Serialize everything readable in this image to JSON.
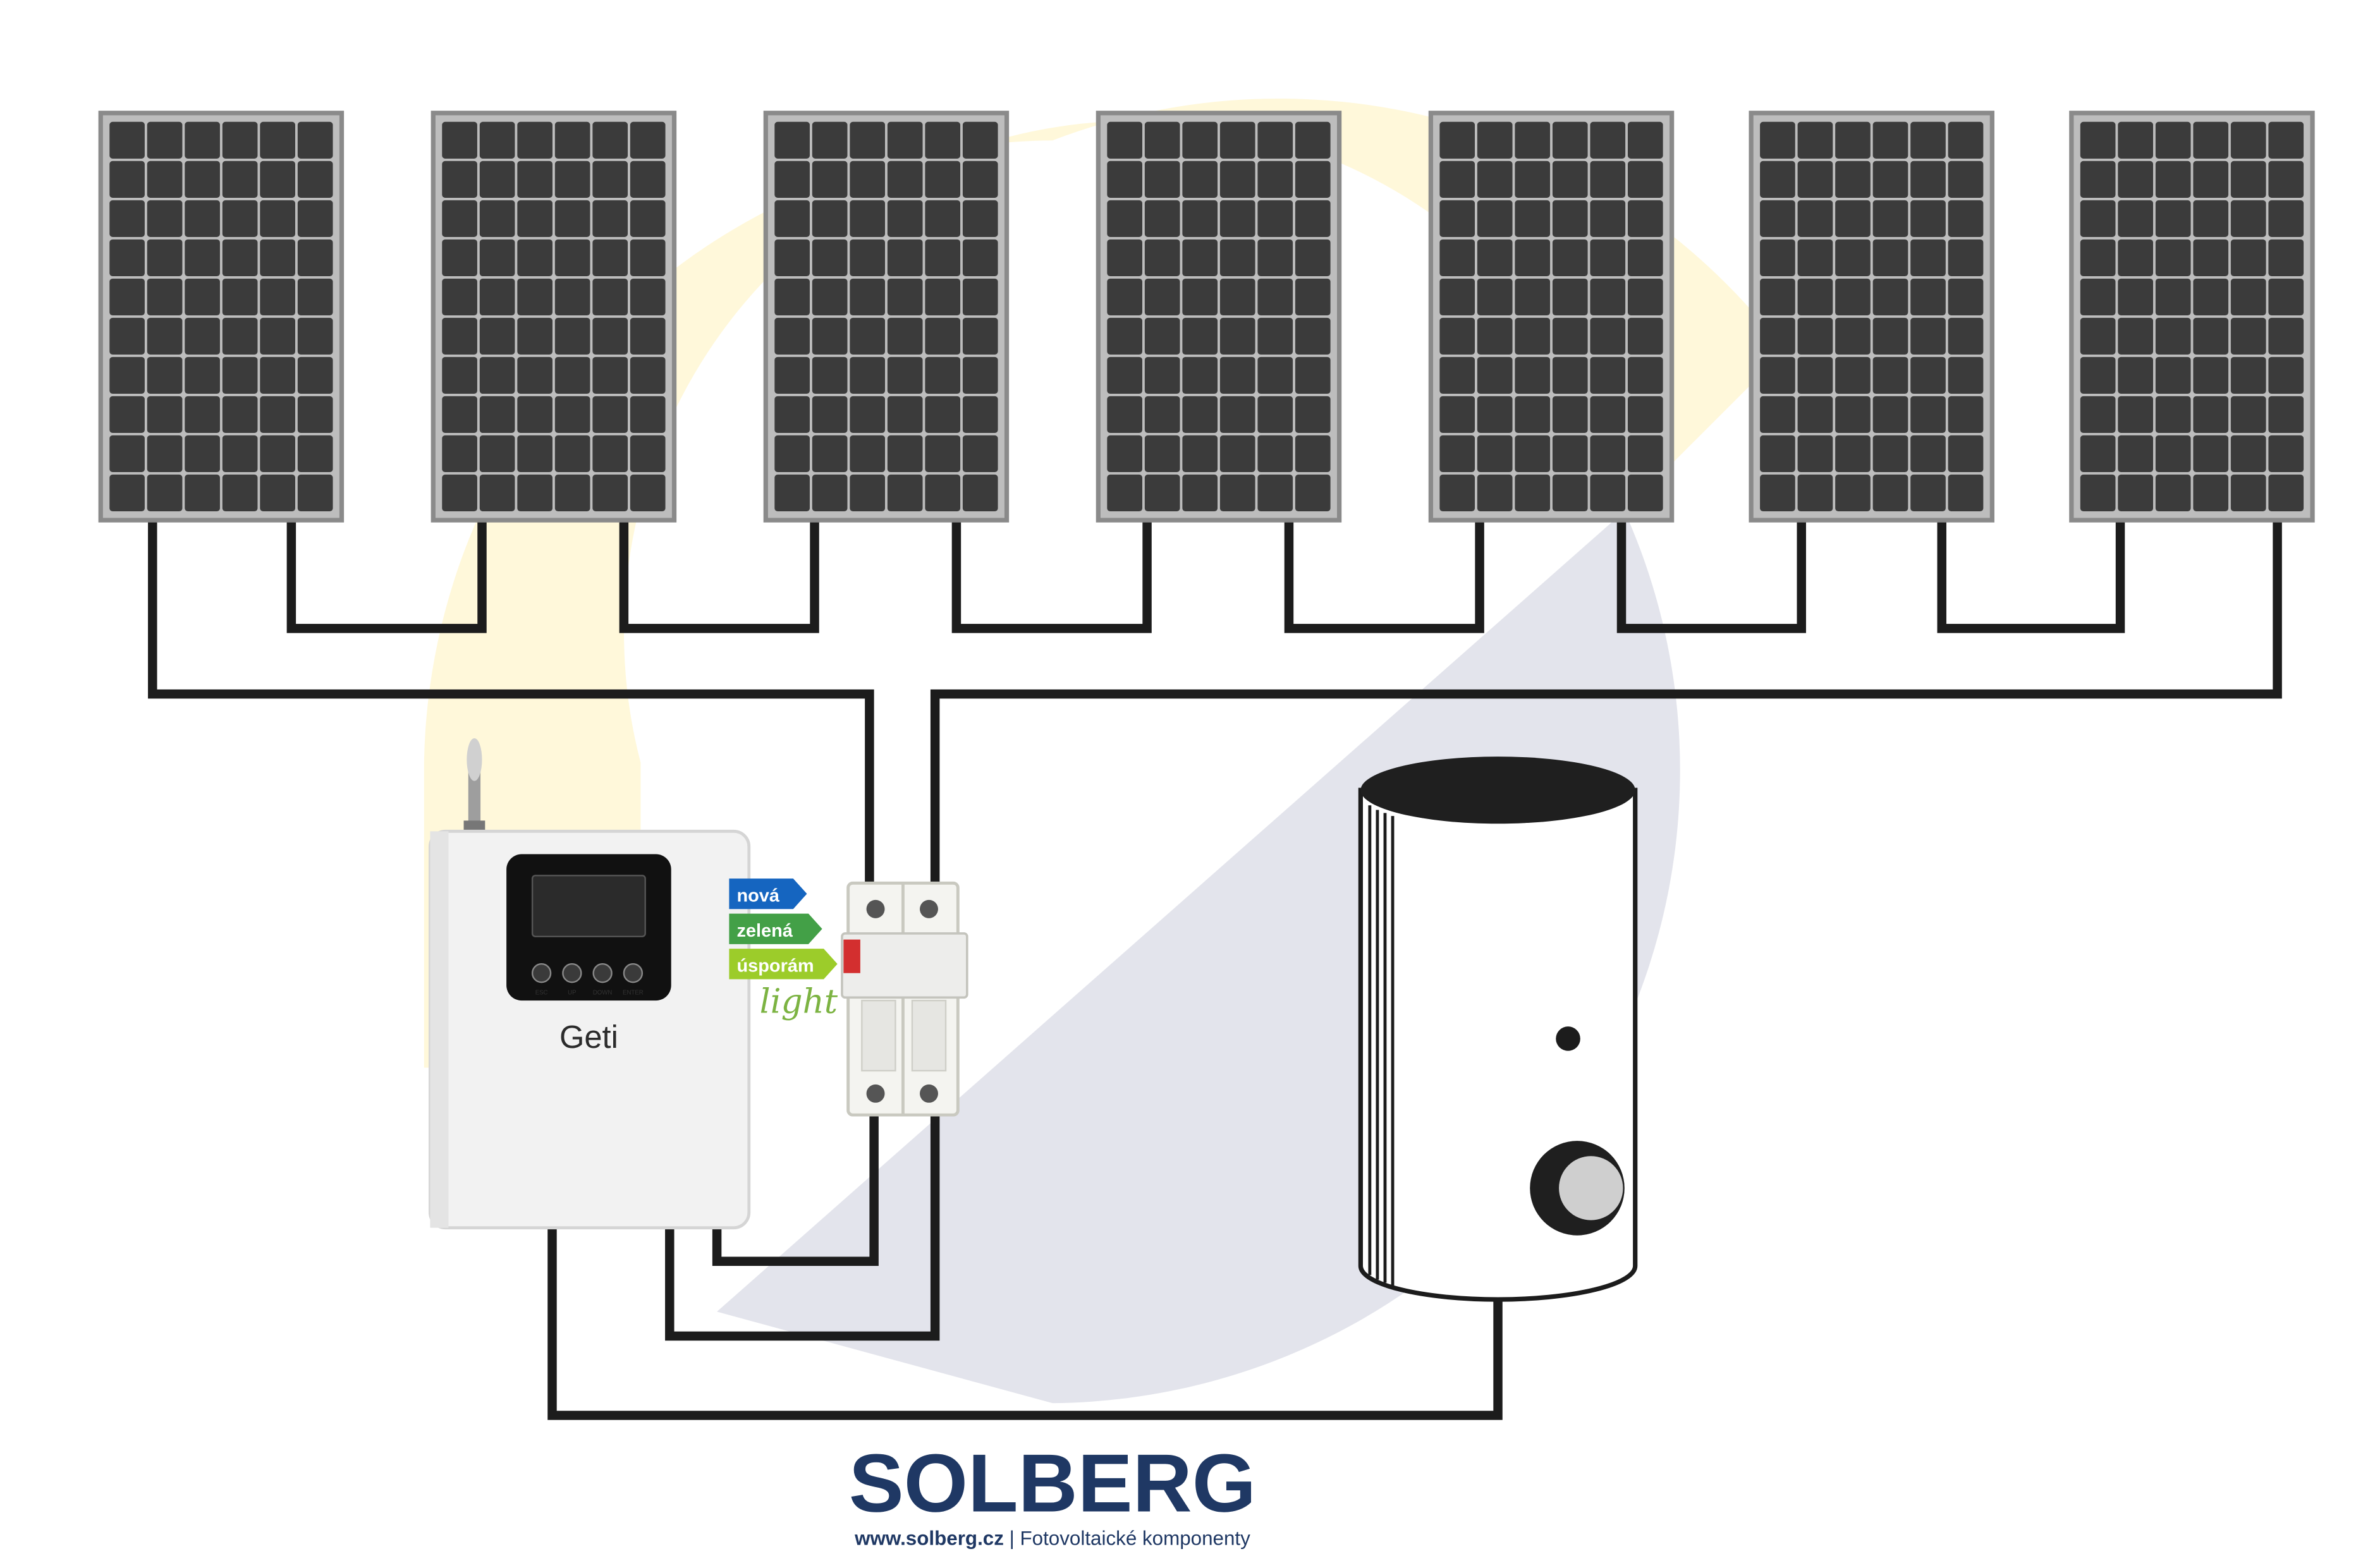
{
  "controller": {
    "brand": "Geti",
    "buttons": [
      "ESC",
      "UP",
      "DOWN",
      "ENTER"
    ]
  },
  "energy_label": {
    "tags": [
      "nová",
      "zelená",
      "úsporám"
    ],
    "script": "light"
  },
  "logo": {
    "name": "SOLBERG",
    "url": "www.solberg.cz",
    "separator": "|",
    "tagline": "Fotovoltaické komponenty"
  },
  "colors": {
    "navy": "#1f3864",
    "gold": "#f2b705",
    "panel_cell": "#3b3b3b",
    "tag_blue": "#1565c0",
    "tag_green": "#43a047",
    "tag_lime": "#9ccc2a"
  }
}
